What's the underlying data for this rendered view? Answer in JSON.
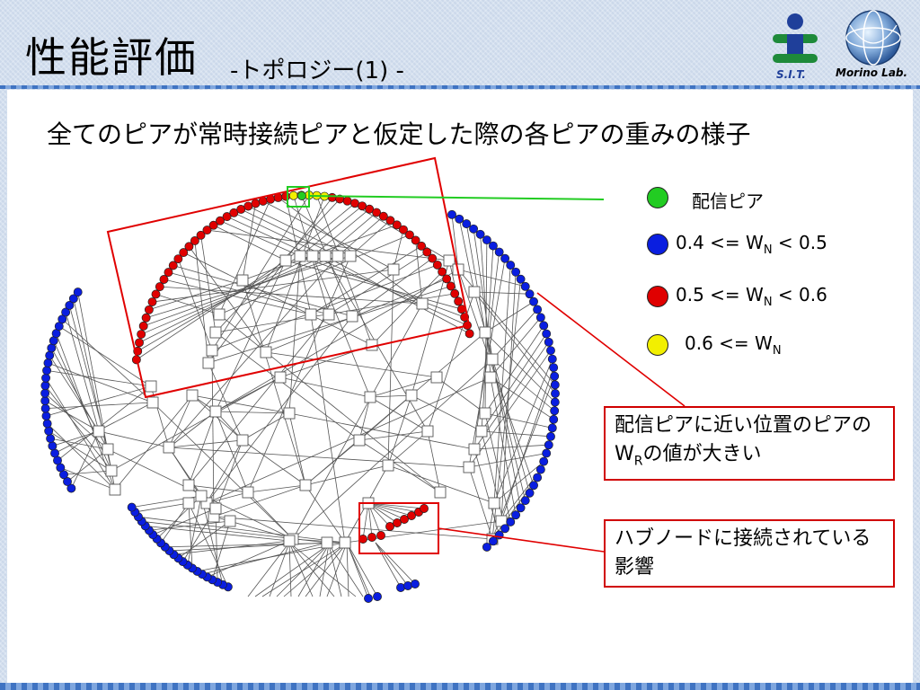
{
  "header": {
    "title": "性能評価",
    "subtitle": "-トポロジー(1) -",
    "logos": {
      "sit": "S.I.T.",
      "morino": "Morino Lab."
    }
  },
  "heading": "全てのピアが常時接続ピアと仮定した際の各ピアの重みの様子",
  "legend": [
    {
      "label": "配信ピア",
      "color": "#22cc22"
    },
    {
      "label_pre": "0.4 <= W",
      "sub": "N",
      "label_post": " < 0.5",
      "color": "#0a1ee0"
    },
    {
      "label_pre": "0.5 <= W",
      "sub": "N",
      "label_post": " < 0.6",
      "color": "#e00000"
    },
    {
      "label_pre": "0.6 <= W",
      "sub": "N",
      "label_post": "",
      "color": "#f2ef00"
    }
  ],
  "callouts": {
    "near_source_pre": "配信ピアに近い位置のピアのW",
    "near_source_sub": "R",
    "near_source_post": "の値が大きい",
    "hub": "ハブノードに接続されている影響"
  }
}
